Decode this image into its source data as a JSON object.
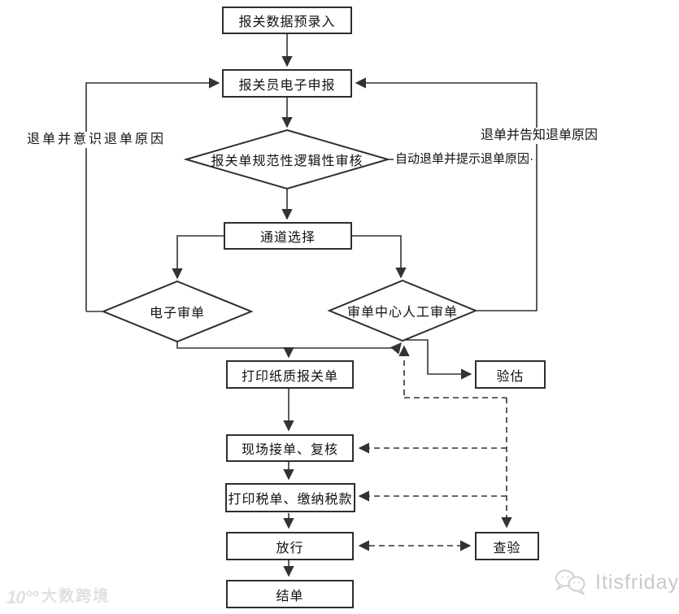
{
  "flowchart": {
    "boxes": {
      "pre_entry": "报关数据预录入",
      "e_declare": "报关员电子申报",
      "channel": "通道选择",
      "print_declaration": "打印纸质报关单",
      "valuation": "验估",
      "onsite_check": "现场接单、复核",
      "pay_tax": "打印税单、缴纳税款",
      "release": "放行",
      "inspection": "查验",
      "closing": "结单"
    },
    "diamonds": {
      "logic_check": "报关单规范性逻辑性审核",
      "e_review": "电子审单",
      "manual_review": "审单中心人工审单"
    },
    "edge_labels": {
      "left_return": "退单并意识退单原因",
      "right_return": "退单并告知退单原因",
      "auto_return": "自动退单并提示退单原因"
    }
  },
  "watermark_left": {
    "logo": "10°°",
    "brand": "大数跨境"
  },
  "watermark_right": {
    "icon": "wechat-chat-bubbles-icon",
    "text": "Itisfriday"
  },
  "colors": {
    "line": "#333333",
    "box_border": "#2e2e2e",
    "text": "#111111",
    "watermark": "#d9d9d9"
  }
}
